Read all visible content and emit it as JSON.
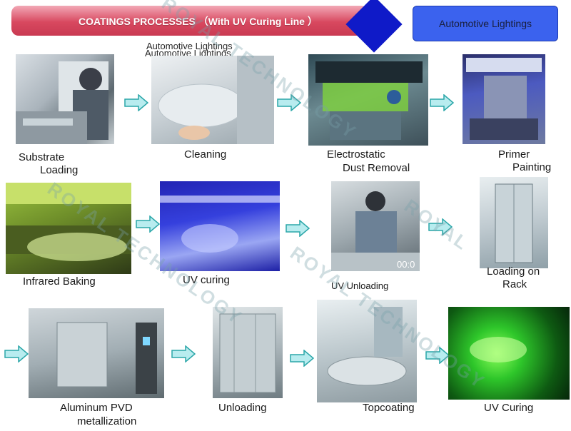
{
  "header": {
    "title": "COATINGS PROCESSES （With UV Curing Line ）",
    "badge": "Automotive Lightings"
  },
  "ghost_text": [
    "Automotive Lightings",
    "Automotive Lightings"
  ],
  "steps": {
    "substrate_loading": [
      "Substrate",
      "Loading"
    ],
    "cleaning": "Cleaning",
    "electrostatic": [
      "Electrostatic",
      "Dust Removal"
    ],
    "primer": [
      "Primer",
      "Painting"
    ],
    "infrared": "Infrared  Baking",
    "uv_curing_1": "UV curing",
    "uv_unloading": "UV Unloading",
    "loading_rack": [
      "Loading on",
      "Rack"
    ],
    "aluminum_pvd": [
      "Aluminum PVD",
      "metallization"
    ],
    "unloading": "Unloading",
    "topcoating": "Topcoating",
    "uv_curing_2": "UV Curing"
  },
  "timestamp_overlay": "00:0",
  "watermark": [
    "ROYAL TECHNOLOGY",
    "ROYAL",
    "ROYAL TECHNOLOGY",
    "ROYAL TECHNOLOGY"
  ],
  "colors": {
    "header_red": "#d8485f",
    "diamond_blue": "#0f1ac8",
    "badge_blue": "#3b62ee",
    "arrow_fill": "#b8ecef",
    "arrow_stroke": "#2aa6a8"
  }
}
